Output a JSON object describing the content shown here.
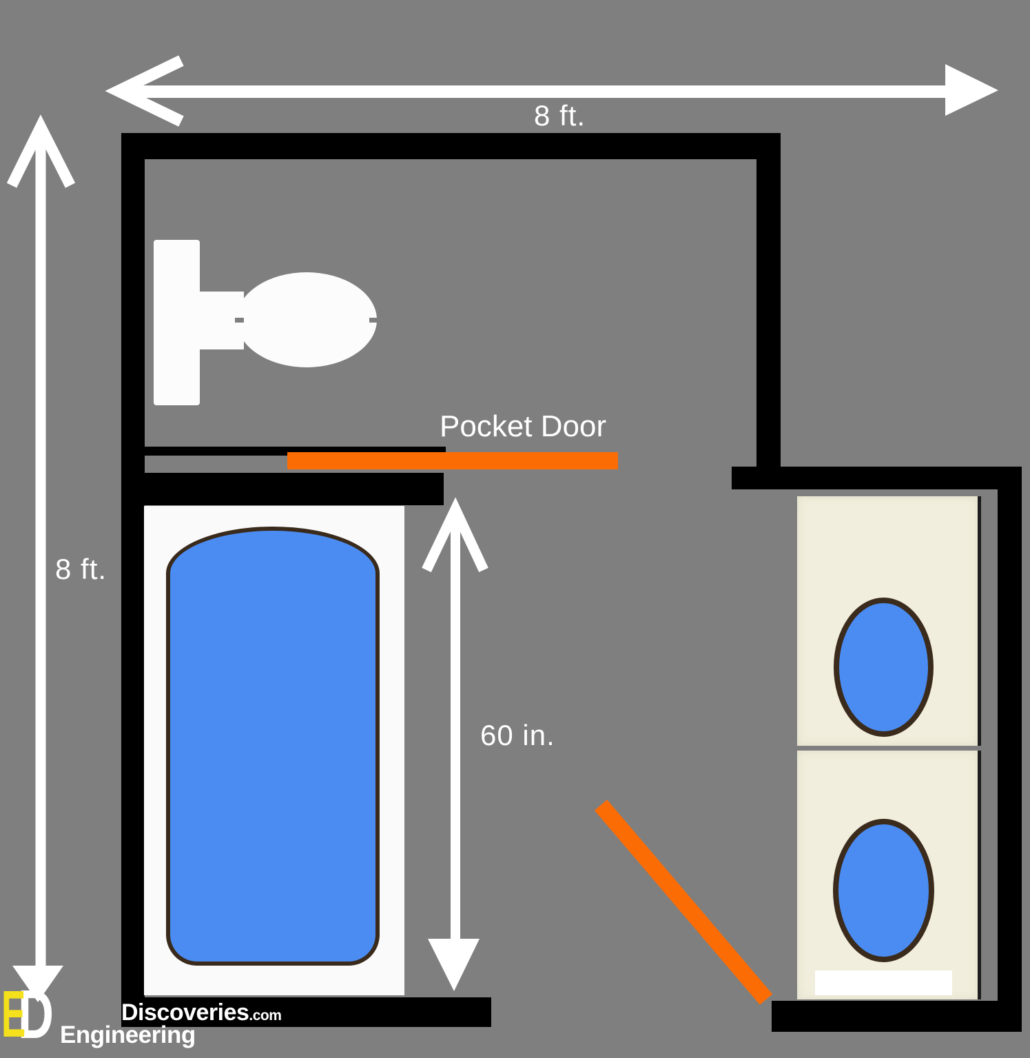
{
  "diagram": {
    "type": "bathroom-floor-plan",
    "fixtures": [
      "toilet",
      "bathtub",
      "pocket door",
      "swing door",
      "vanity with two sinks"
    ]
  },
  "labels": {
    "dim_width": "8 ft.",
    "dim_height": "8 ft.",
    "dim_tub": "60 in.",
    "pocket_door": "Pocket Door"
  },
  "logo": {
    "mark_e": "E",
    "mark_d": "D",
    "brand": "Discoveries",
    "brand_suffix": ".com",
    "brand_line2": "Engineering"
  },
  "colors": {
    "background": "#7f7f7f",
    "wall": "#000000",
    "door_accent": "#fb6c05",
    "water_blue": "#4b8cf2",
    "vanity_cream": "#f1eedd",
    "dimension_white": "#ffffff",
    "logo_yellow": "#f4e11c"
  }
}
